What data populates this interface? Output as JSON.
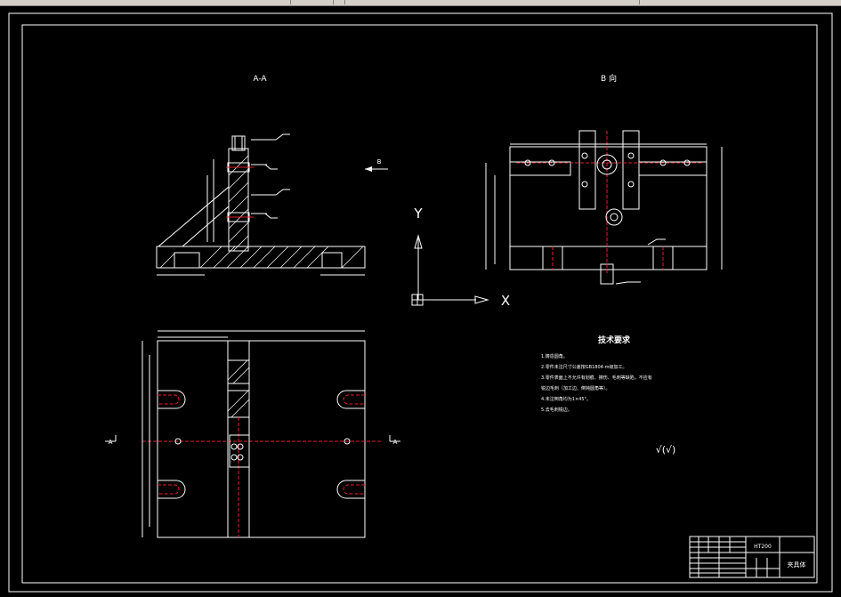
{
  "views": {
    "section_aa_label": "A-A",
    "view_b_label": "B 向",
    "view_b_arrow_label": "B",
    "section_marker_left": "A",
    "section_marker_right": "A"
  },
  "ucs": {
    "y_label": "Y",
    "x_label": "X"
  },
  "technical_requirements": {
    "title": "技术要求",
    "lines": [
      "1.铸造圆角。",
      "2.零件未注尺寸公差按GB1804-m级加工。",
      "3.零件表面上不允许有划痕、擦伤、毛刺等缺陷，不应有",
      "锐边毛刺（加工边、倒钝圆角等）。",
      "4.未注倒角均为1×45°。",
      "5.去毛刺锐边。"
    ]
  },
  "roughness_note": "√(√)",
  "title_block": {
    "drawing_name": "夹具体",
    "company": "HT200"
  }
}
